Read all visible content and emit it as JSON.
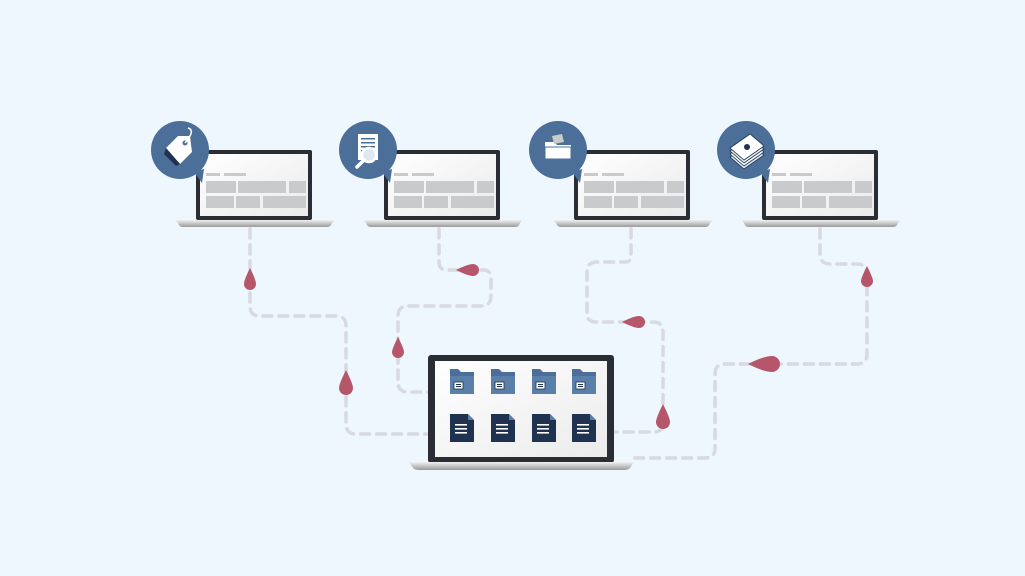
{
  "colors": {
    "background": "#eef7fd",
    "badge": "#4b6f99",
    "connector": "#d9d9e2",
    "drop": "#b5566a",
    "laptop_bezel": "#2a2d33",
    "screen_bg": "#f7f7f7",
    "screen_cell": "#c9cacc",
    "folder": "#4b6f99",
    "document": "#1f3350"
  },
  "endpoints": [
    {
      "name": "tag",
      "icon": "price-tag-icon"
    },
    {
      "name": "search-document",
      "icon": "document-magnifier-icon"
    },
    {
      "name": "folder",
      "icon": "open-folder-icon"
    },
    {
      "name": "money",
      "icon": "cash-stack-icon"
    }
  ],
  "central": {
    "folders": 4,
    "documents": 4
  }
}
